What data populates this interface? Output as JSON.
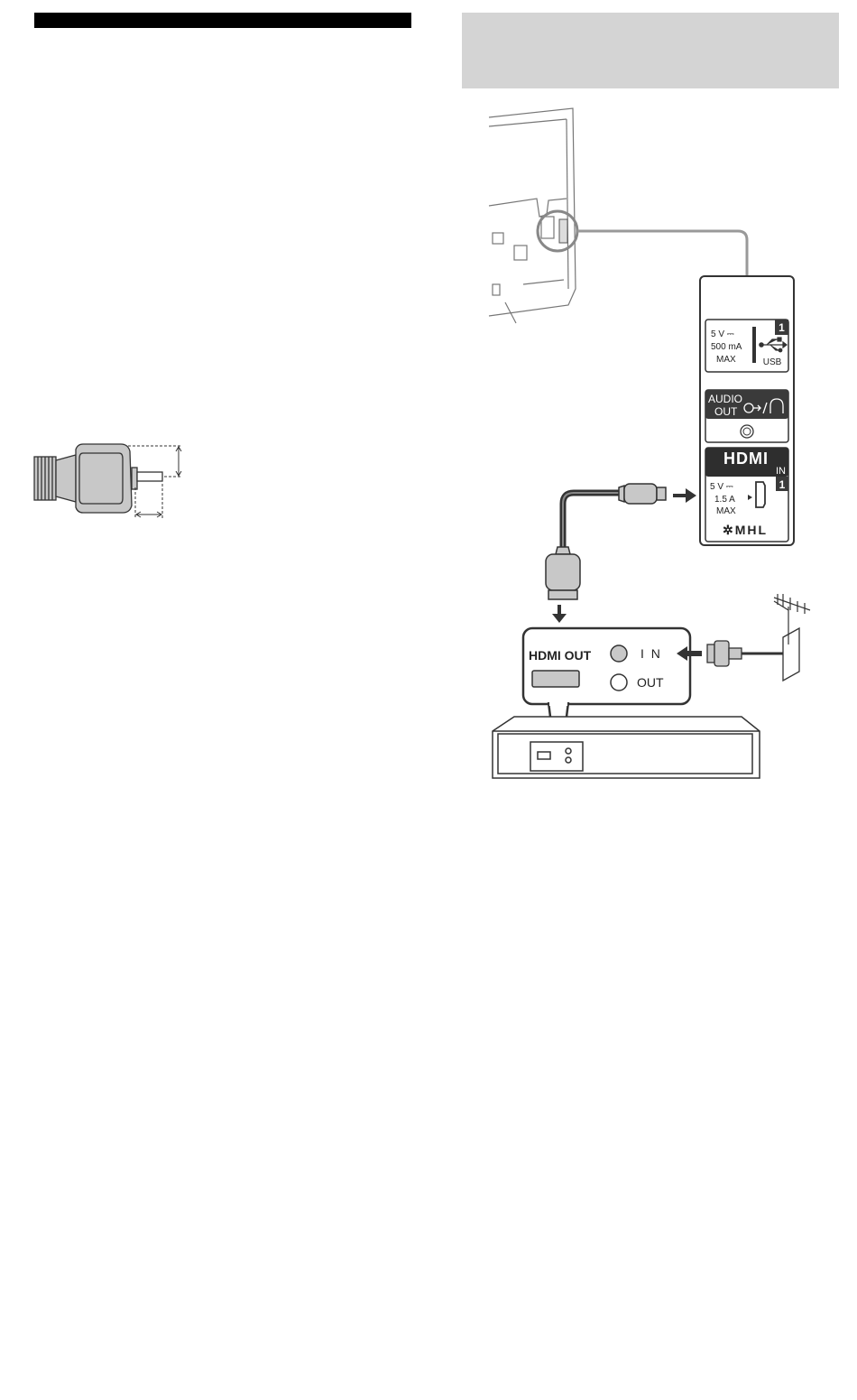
{
  "usb": {
    "rating_line1": "5 V ⎓",
    "rating_line2": "500 mA",
    "rating_line3": "MAX",
    "port_number": "1",
    "label": "USB"
  },
  "audio_out": {
    "label_line1": "AUDIO",
    "label_line2": "OUT"
  },
  "hdmi_in": {
    "logo": "HDMI",
    "sub_label": "IN",
    "port_number": "1",
    "rating_line1": "5 V ⎓",
    "rating_line2": "1.5 A",
    "rating_line3": "MAX",
    "mhl_logo": "✲MHL"
  },
  "device": {
    "hdmi_out_label": "HDMI OUT",
    "in_label": "I N",
    "out_label": "OUT"
  },
  "colors": {
    "black_bar": "#000000",
    "gray_header": "#d4d4d4",
    "panel_dark": "#3a3a3a",
    "connector_gray": "#c8c8c8"
  }
}
